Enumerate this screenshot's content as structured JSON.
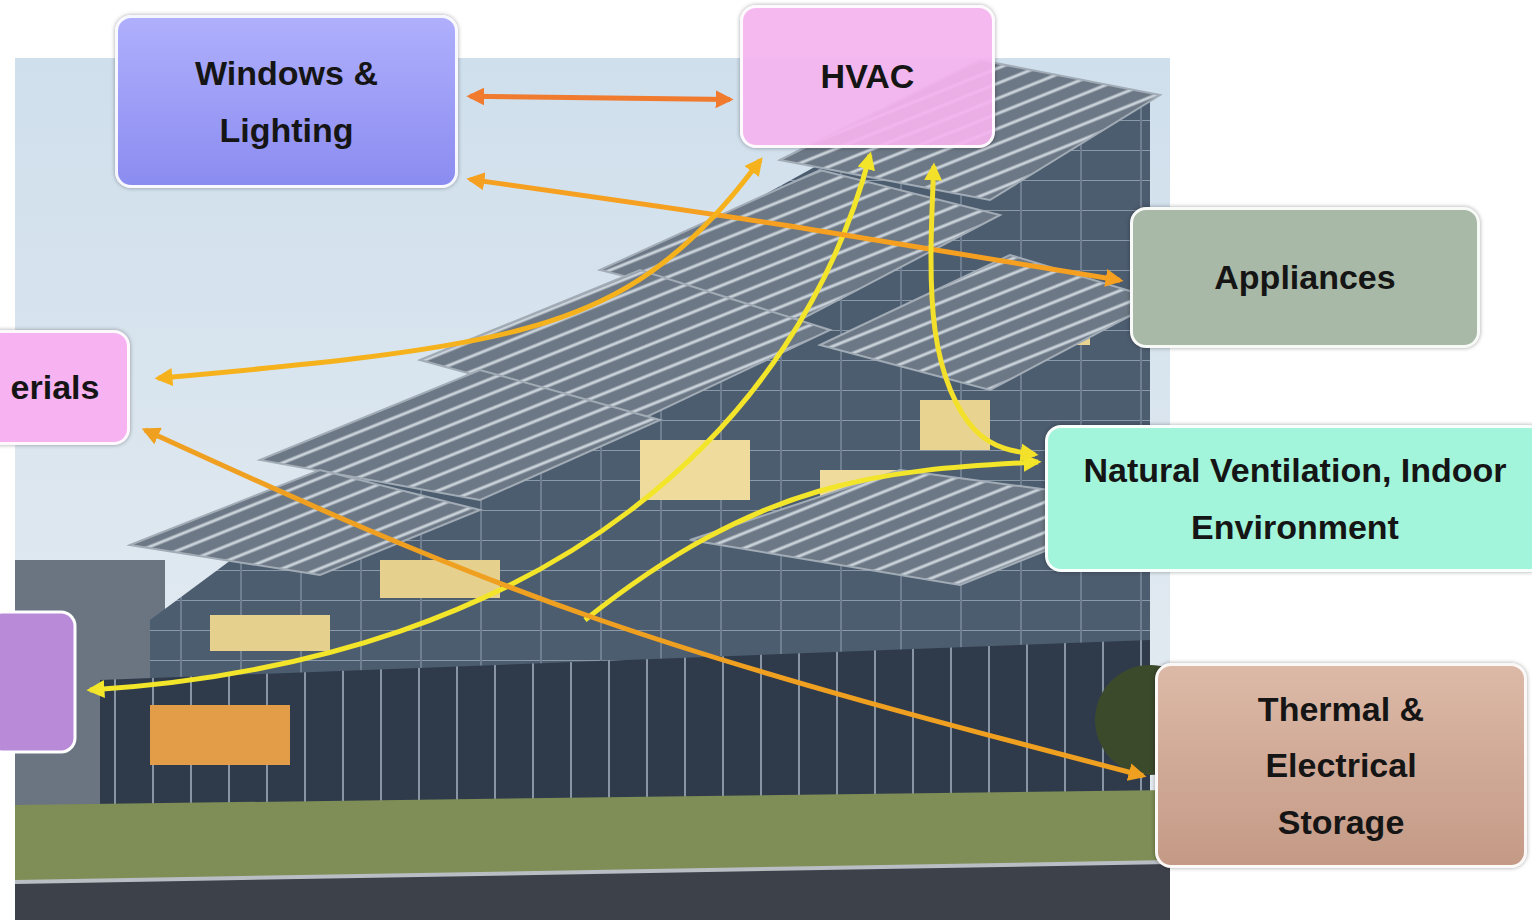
{
  "diagram": {
    "nodes": [
      {
        "text": [
          "Windows & Lighting"
        ]
      },
      {
        "text": [
          "HVAC"
        ]
      },
      {
        "text": [
          "Appliances"
        ]
      },
      {
        "text": [
          "erials"
        ]
      },
      {
        "text": [
          "Natural Ventilation, Indoor Environment"
        ]
      },
      {
        "text": [
          "Thermal & Electrical Storage"
        ]
      }
    ],
    "edges": [
      {
        "from": 0,
        "to": 1,
        "arrow": "both"
      },
      {
        "from": 0,
        "to": 2,
        "arrow": "both"
      },
      {
        "from": 3,
        "to": 1,
        "arrow": "both"
      },
      {
        "from": 3,
        "to": 5,
        "arrow": "both"
      },
      {
        "from": 1,
        "to": 4,
        "arrow": "both"
      }
    ]
  }
}
